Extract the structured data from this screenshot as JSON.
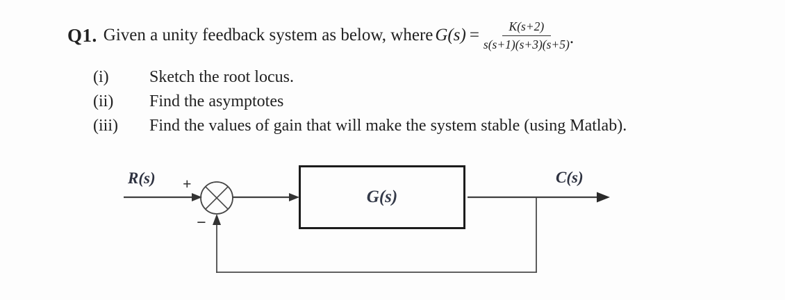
{
  "page": {
    "background": "#fdfdfd",
    "ink_color": "#212121",
    "diagram_line_color": "#3f3f3f"
  },
  "question": {
    "number": "Q1.",
    "intro": "Given a unity feedback system as below, where",
    "gain_lhs": "G(s)",
    "equals": "=",
    "fraction": {
      "numerator": "K(s+2)",
      "denominator": "s(s+1)(s+3)(s+5)"
    },
    "terminator": "."
  },
  "subquestions": [
    {
      "numeral": "(i)",
      "text": "Sketch the root locus."
    },
    {
      "numeral": "(ii)",
      "text": "Find the asymptotes"
    },
    {
      "numeral": "(iii)",
      "text": "Find the values of gain that will make the system stable (using Matlab)."
    }
  ],
  "diagram": {
    "input_label": "R(s)",
    "output_label": "C(s)",
    "block_label": "G(s)",
    "sum_plus": "+",
    "sum_minus": "−",
    "summing_junction": "circle-with-cross",
    "feedback": "negative unity feedback"
  }
}
